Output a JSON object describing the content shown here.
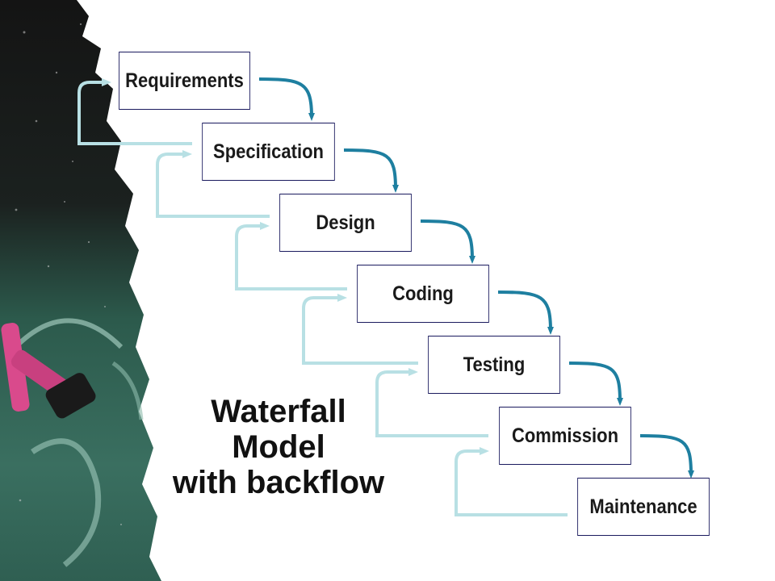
{
  "title": {
    "line1": "Waterfall",
    "line2": "Model",
    "line3": "with backflow"
  },
  "stages": [
    {
      "label": "Requirements"
    },
    {
      "label": "Specification"
    },
    {
      "label": "Design"
    },
    {
      "label": "Coding"
    },
    {
      "label": "Testing"
    },
    {
      "label": "Commission"
    },
    {
      "label": "Maintenance"
    }
  ],
  "colors": {
    "forward_arrow": "#1e7fa0",
    "backflow_arrow": "#b8e0e4",
    "box_border": "#1a1a5e",
    "chalkboard": "#1f3d34"
  }
}
